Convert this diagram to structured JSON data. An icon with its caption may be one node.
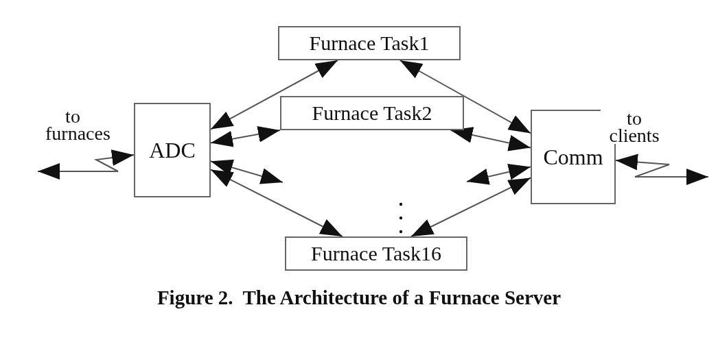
{
  "diagram": {
    "caption": "Figure 2.  The Architecture of a Furnace Server",
    "nodes": [
      {
        "text": [
          "ADC"
        ]
      },
      {
        "text": [
          "Furnace Task1"
        ]
      },
      {
        "text": [
          "Furnace Task2"
        ]
      },
      {
        "text": [
          "Furnace Task16"
        ]
      },
      {
        "text": [
          "Comm"
        ]
      }
    ],
    "edges": [
      {
        "from": null,
        "to": 0,
        "arrow": "both",
        "label": "to furnaces"
      },
      {
        "from": 0,
        "to": 1,
        "arrow": "both"
      },
      {
        "from": 0,
        "to": 2,
        "arrow": "both"
      },
      {
        "from": 0,
        "to": null,
        "arrow": "both"
      },
      {
        "from": 0,
        "to": 3,
        "arrow": "both"
      },
      {
        "from": 1,
        "to": 4,
        "arrow": "both"
      },
      {
        "from": 2,
        "to": 4,
        "arrow": "both"
      },
      {
        "from": null,
        "to": 4,
        "arrow": "both"
      },
      {
        "from": 3,
        "to": 4,
        "arrow": "both"
      },
      {
        "from": 4,
        "to": null,
        "arrow": "both",
        "label": "to clients"
      }
    ]
  }
}
